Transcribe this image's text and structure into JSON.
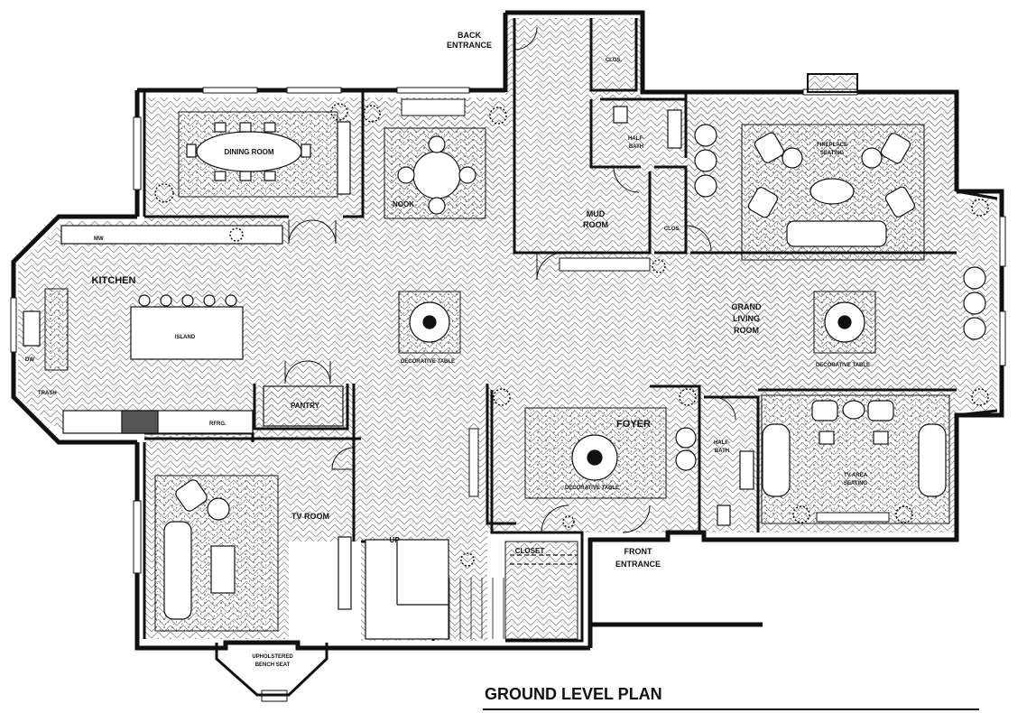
{
  "plan": {
    "title": "GROUND LEVEL PLAN",
    "labels": {
      "back_entrance": [
        "BACK",
        "ENTRANCE"
      ],
      "front_entrance": [
        "FRONT",
        "ENTRANCE"
      ],
      "dining_room": "DINING ROOM",
      "nook": "NOOK",
      "mud_room": [
        "MUD",
        "ROOM"
      ],
      "closet_top": "CLOS.",
      "closet_mid": "CLOS.",
      "half_bath_top": [
        "HALF-",
        "BATH"
      ],
      "half_bath_right": [
        "HALF-",
        "BATH"
      ],
      "fireplace_seating": [
        "FIREPLACE",
        "SEATING"
      ],
      "kitchen": "KITCHEN",
      "island": "ISLAND",
      "mw": "MW",
      "dw": "DW",
      "trash": "TRASH",
      "rfrg": "RFRG.",
      "pantry": "PANTRY",
      "grand_living_room": [
        "GRAND",
        "LIVING",
        "ROOM"
      ],
      "decorative_table_left": "DECORATIVE TABLE",
      "decorative_table_right": "DECORATIVE TABLE",
      "decorative_table_foyer": "DECORATIVE TABLE",
      "foyer": "FOYER",
      "tv_room": "TV ROOM",
      "tv_area_seating": [
        "TV AREA",
        "SEATING"
      ],
      "closet": "CLOSET",
      "up": "UP",
      "upholstered_bench_seat": [
        "UPHOLSTERED",
        "BENCH SEAT"
      ]
    }
  },
  "colors": {
    "wall": "#111111",
    "paper": "#ffffff",
    "pattern": "#8a8a8a"
  }
}
